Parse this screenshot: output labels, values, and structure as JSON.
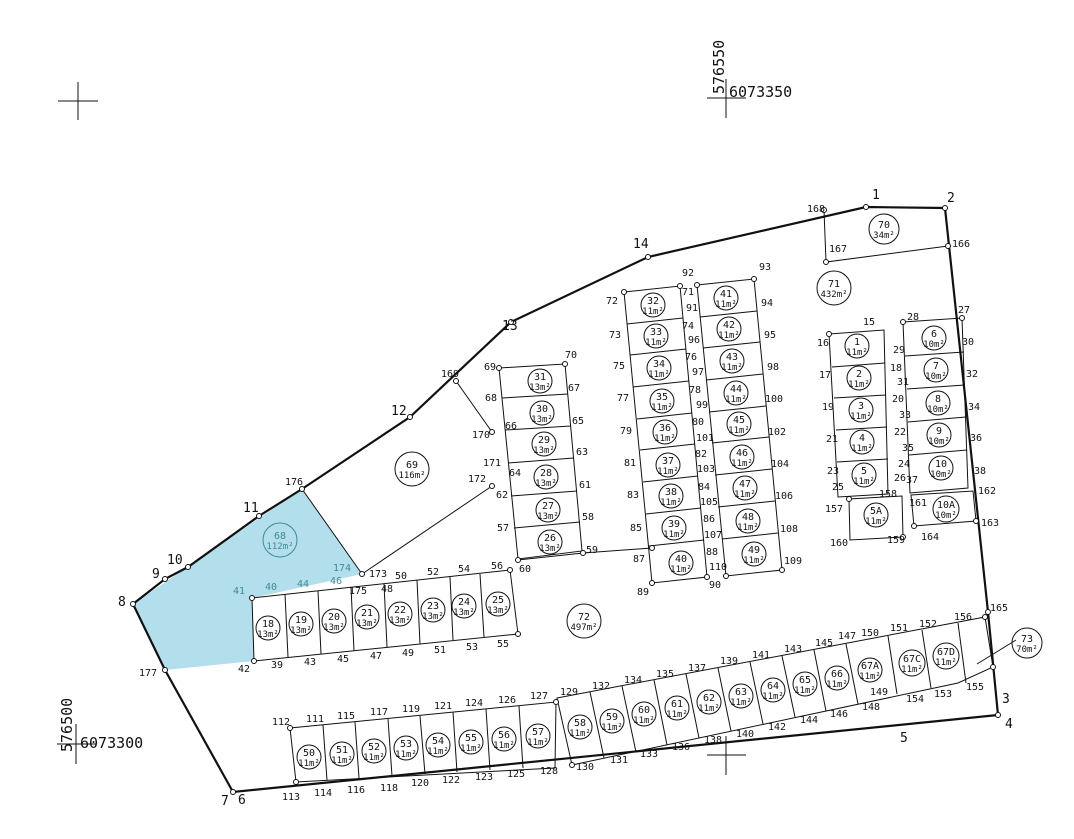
{
  "coordinates": {
    "top_easting": "576550",
    "top_northing": "6073350",
    "left_easting": "576500",
    "left_northing": "6073300"
  },
  "colors": {
    "highlight_fill": "#b3dfec",
    "line": "#111111",
    "highlight_text": "#3f8a93"
  },
  "parcels": [
    {
      "num": "70",
      "area": "34m²"
    },
    {
      "num": "71",
      "area": "432m²"
    },
    {
      "num": "69",
      "area": "116m²"
    },
    {
      "num": "68",
      "area": "112m²"
    },
    {
      "num": "72",
      "area": "497m²"
    },
    {
      "num": "73",
      "area": "70m²"
    },
    {
      "num": "1",
      "area": "11m²"
    },
    {
      "num": "2",
      "area": "11m²"
    },
    {
      "num": "3",
      "area": "11m²"
    },
    {
      "num": "4",
      "area": "11m²"
    },
    {
      "num": "5",
      "area": "11m²"
    },
    {
      "num": "5A",
      "area": "11m²"
    },
    {
      "num": "6",
      "area": "10m²"
    },
    {
      "num": "7",
      "area": "10m²"
    },
    {
      "num": "8",
      "area": "10m²"
    },
    {
      "num": "9",
      "area": "10m²"
    },
    {
      "num": "10",
      "area": "10m²"
    },
    {
      "num": "10A",
      "area": "10m²"
    },
    {
      "num": "31",
      "area": "13m²"
    },
    {
      "num": "30",
      "area": "13m²"
    },
    {
      "num": "29",
      "area": "13m²"
    },
    {
      "num": "28",
      "area": "13m²"
    },
    {
      "num": "27",
      "area": "13m²"
    },
    {
      "num": "26",
      "area": "13m²"
    },
    {
      "num": "32",
      "area": "11m²"
    },
    {
      "num": "33",
      "area": "11m²"
    },
    {
      "num": "34",
      "area": "11m²"
    },
    {
      "num": "35",
      "area": "11m²"
    },
    {
      "num": "36",
      "area": "11m²"
    },
    {
      "num": "37",
      "area": "11m²"
    },
    {
      "num": "38",
      "area": "11m²"
    },
    {
      "num": "39",
      "area": "11m²"
    },
    {
      "num": "40",
      "area": "11m²"
    },
    {
      "num": "41",
      "area": "11m²"
    },
    {
      "num": "42",
      "area": "11m²"
    },
    {
      "num": "43",
      "area": "11m²"
    },
    {
      "num": "44",
      "area": "11m²"
    },
    {
      "num": "45",
      "area": "11m²"
    },
    {
      "num": "46",
      "area": "11m²"
    },
    {
      "num": "47",
      "area": "11m²"
    },
    {
      "num": "48",
      "area": "11m²"
    },
    {
      "num": "49",
      "area": "11m²"
    },
    {
      "num": "18",
      "area": "13m²"
    },
    {
      "num": "19",
      "area": "13m²"
    },
    {
      "num": "20",
      "area": "13m²"
    },
    {
      "num": "21",
      "area": "13m²"
    },
    {
      "num": "22",
      "area": "13m²"
    },
    {
      "num": "23",
      "area": "13m²"
    },
    {
      "num": "24",
      "area": "13m²"
    },
    {
      "num": "25",
      "area": "13m²"
    },
    {
      "num": "50",
      "area": "11m²"
    },
    {
      "num": "51",
      "area": "11m²"
    },
    {
      "num": "52",
      "area": "11m²"
    },
    {
      "num": "53",
      "area": "11m²"
    },
    {
      "num": "54",
      "area": "11m²"
    },
    {
      "num": "55",
      "area": "11m²"
    },
    {
      "num": "56",
      "area": "11m²"
    },
    {
      "num": "57",
      "area": "11m²"
    },
    {
      "num": "58",
      "area": "11m²"
    },
    {
      "num": "59",
      "area": "11m²"
    },
    {
      "num": "60",
      "area": "11m²"
    },
    {
      "num": "61",
      "area": "11m²"
    },
    {
      "num": "62",
      "area": "11m²"
    },
    {
      "num": "63",
      "area": "11m²"
    },
    {
      "num": "64",
      "area": "11m²"
    },
    {
      "num": "65",
      "area": "11m²"
    },
    {
      "num": "66",
      "area": "11m²"
    },
    {
      "num": "67A",
      "area": "11m²"
    },
    {
      "num": "67C",
      "area": "11m²"
    },
    {
      "num": "67D",
      "area": "11m²"
    }
  ],
  "points": [
    "1",
    "2",
    "3",
    "4",
    "5",
    "6",
    "7",
    "8",
    "9",
    "10",
    "11",
    "12",
    "13",
    "14",
    "166",
    "167",
    "168",
    "27",
    "28",
    "15",
    "16",
    "17",
    "18",
    "19",
    "20",
    "21",
    "22",
    "23",
    "24",
    "25",
    "26",
    "29",
    "30",
    "31",
    "32",
    "33",
    "34",
    "35",
    "36",
    "37",
    "38",
    "157",
    "158",
    "159",
    "160",
    "161",
    "162",
    "163",
    "164",
    "165",
    "69",
    "70",
    "66",
    "67",
    "68",
    "65",
    "63",
    "61",
    "62",
    "64",
    "170",
    "171",
    "172",
    "169",
    "57",
    "58",
    "59",
    "60",
    "56",
    "176",
    "173",
    "174",
    "175",
    "177",
    "72",
    "92",
    "93",
    "71",
    "91",
    "94",
    "73",
    "74",
    "96",
    "95",
    "75",
    "76",
    "97",
    "98",
    "77",
    "78",
    "99",
    "100",
    "79",
    "80",
    "101",
    "102",
    "81",
    "82",
    "103",
    "104",
    "83",
    "84",
    "105",
    "106",
    "85",
    "86",
    "107",
    "108",
    "87",
    "88",
    "110",
    "109",
    "89",
    "90",
    "41",
    "40",
    "44",
    "46",
    "48",
    "50",
    "52",
    "54",
    "42",
    "39",
    "43",
    "45",
    "47",
    "49",
    "51",
    "53",
    "55",
    "112",
    "111",
    "115",
    "117",
    "119",
    "121",
    "124",
    "126",
    "127",
    "129",
    "132",
    "134",
    "135",
    "137",
    "139",
    "141",
    "143",
    "145",
    "147",
    "150",
    "151",
    "152",
    "156",
    "113",
    "114",
    "116",
    "118",
    "120",
    "122",
    "123",
    "125",
    "128",
    "130",
    "131",
    "133",
    "136",
    "138",
    "140",
    "142",
    "144",
    "146",
    "148",
    "149",
    "154",
    "153",
    "155"
  ]
}
